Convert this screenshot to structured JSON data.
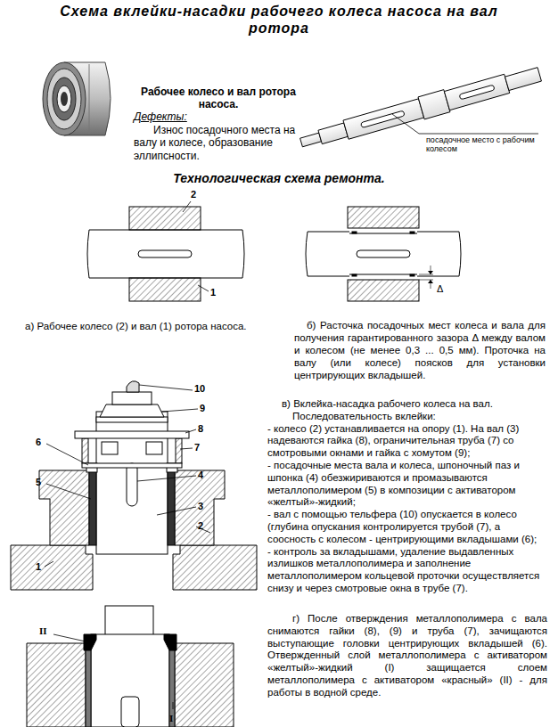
{
  "diagram": {
    "title": "Схема вклейки-насадки рабочего колеса насоса на вал ротора",
    "labels": [
      "Рабочее колесо и вал ротора насоса.",
      "Дефекты:",
      "Износ посадочного места на валу и колесе, образование эллипсности.",
      "посадочное место с рабочим колесом",
      "Технологическая схема ремонта.",
      "2",
      "1",
      "Δ",
      "а) Рабочее колесо (2) и вал (1) ротора насоса.",
      "б) Расточка посадочных мест колеса и вала для получения гарантированного зазора Δ между валом и колесом (не менее 0,3 ... 0,5 мм). Проточка на валу (или колесе) поясков для установки центрирующих вкладышей.",
      "в) Вклейка-насадка рабочего колеса на вал.",
      "Последовательность вклейки:",
      "- колесо (2) устанавливается на опору (1). На вал (3) надеваются гайка (8), ограничительная труба (7) со смотровыми окнами и гайка с хомутом (9);",
      "- посадочные места вала и колеса, шпоночный паз и шпонка (4) обезжириваются и промазываются металлополимером (5) в композиции с активатором «желтый»-жидкий;",
      "- вал с помощью тельфера (10) опускается в колесо (глубина опускания контролируется трубой (7), а соосность с колесом - центрирующими вкладышами (6);",
      "- контроль за вкладышами, удаление выдавленных излишков металлополимера и заполнение металлополимером кольцевой проточки осуществляется снизу и через смотровые окна в трубе (7).",
      "10",
      "9",
      "8",
      "7",
      "6",
      "5",
      "4",
      "3",
      "2",
      "1",
      "г) После отверждения металлополимера с вала снимаются гайки (8), (9) и труба (7), зачищаются выступающие головки центрирующих вкладышей (6). Отвержденный слой металлополимера с активатором «желтый»-жидкий (I) защищается слоем металлополимера с активатором «красный» (II) - для работы в водной среде.",
      "II",
      "I"
    ]
  }
}
